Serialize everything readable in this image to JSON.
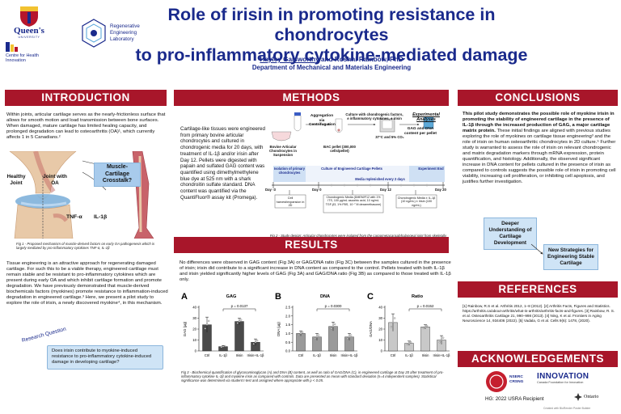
{
  "header": {
    "title_line1": "Role of irisin in promoting resistance in chondrocytes",
    "title_line2": "to pro-inflammatory cytokine-mediated damage",
    "author_1": "Hayley Galsworthy",
    "author_join": " and Roshni Rainbow, PhD",
    "department": "Department of Mechanical and Materials Engineering"
  },
  "logos": {
    "queens": "Queen's",
    "queens_sub": "UNIVERSITY",
    "rel": [
      "Regenerative",
      "Engineering",
      "Laboratory"
    ],
    "chi": [
      "Centre for Health",
      "Innovation"
    ]
  },
  "sections": {
    "intro": "INTRODUCTION",
    "methods": "METHODS",
    "conclusions": "CONCLUSIONS",
    "results": "RESULTS",
    "references": "REFERENCES",
    "acknowledgements": "ACKNOWLEDGEMENTS"
  },
  "intro": {
    "p1": "Within joints, articular cartilage serves as the nearly-frictionless surface that allows for smooth motion and load transmission between bone surfaces. When damaged, mature cartilage has limited healing capacity, and prolonged degradation can lead to osteoarthritis (OA)¹, which currently affects 1 in 5 Canadians.²",
    "fig_healthy": "Healthy Joint",
    "fig_oa": "Joint with OA",
    "fig_crosstalk": "Muscle-Cartilage Crosstalk?",
    "fig_tnf": "TNF-α",
    "fig_il": "IL-1β",
    "fig1_caption": "Fig 1 - Proposed mechanism of muscle-derived factors on early OA pathogenesis which is largely mediated by pro-inflammatory cytokines TNF-α, IL-1β",
    "p2": "Tissue engineering is an attractive approach for regenerating damaged cartilage. For such this to be a viable therapy, engineered cartilage must remain stable and be resistant to pro-inflammatory cytokines which are present during early OA and which inhibit cartilage formation and promote degradation. We have previously demonstrated that muscle-derived biochemicals factors (myokines) promote resistance to inflammation-induced degradation in engineered cartilage.³ Here, we present a pilot study to explore the role of irisin, a newly discovered myokine⁴, in this mechanism.",
    "rq_label": "Research Question",
    "rq_text": "Does irisin contribute to myokine-induced resistance to pro-inflammatory cytokine-induced damage in developing cartilage?"
  },
  "methods": {
    "text": "Cartilage-like tissues were engineered from primary bovine articular chondrocytes and cultured in chondrogenic media for 20 days, with treatment of IL-1β and/or irisin after Day 12. Pellets were digested with papain and sulfated GAG content was quantified using dimethylmethylene blue dye at 525 nm with a shark chondroitin sulfate standard. DNA content was quantified via the QuantiFluor® assay kit (Promega).",
    "s_aggregation": "Aggregation via Centrifugation",
    "s_culture": "Culture with chondrogenic factors, ± inflammatory cytokines, ± irisin",
    "s_analyses": "Experimental Analyses",
    "s_analyses_sub": "GAG and DNA content per pellet",
    "s_bovine": "Bovine Articular Chondrocytes in Suspension",
    "s_bac": "BAC pellet (300,000 cells/pellet)",
    "s_incub": "37°C and 5% CO₂",
    "t_isolation": "Isolation of primary chondrocytes",
    "t_culture": "Culture of Engineered Cartilage Pellets",
    "t_media": "Media replenished every 2 days",
    "t_end": "Experiment End",
    "days": [
      "Day -3",
      "Day 0",
      "Day 12",
      "Day 20"
    ],
    "b_harvest": "Cell harvest/expansion in 2D",
    "b_media1": "Chondrogenic Media (DMEM/F12 with 1% ITS, 100 µg/mL ascorbic acid, 10 ng/mL TGF-β3, 1% FBS, 10⁻⁷ M dexamethasone)",
    "b_media2": "Chondrogenic Media ± IL-1β (10 ng/mL) ± Irisin (100 ng/mL)",
    "fig2_caption": "Fig 2 - Study design: Articular chondrocytes were isolated from the carpometacarpalphalangeal joint from skeletally mature bovine donors and expanded for 3 days. Cells were then pelleted via centrifugation and differentiated for 20 days using chondrogenic media, with treatment of pro-inflammatory cytokine IL-1β and/or recombinant irisin after Day 12."
  },
  "results": {
    "text": "No differences were observed in GAG content (Fig 3A) or GAG/DNA ratio (Fig 3C) between the samples cultured in the presence of irisin; irisin did contribute to a significant increase in DNA content as compared to the control. Pellets treated with both IL-1β and irisin yielded significantly higher levels of GAG (Fig 3A) and GAG/DNA ratio (Fig 3B) as compared to those treated with IL-1β only.",
    "fig3_caption": "Fig 3 - Biochemical quantification of glycosaminoglycan (A) and DNA (B) content, as well as ratio of GAG/DNA (C), in engineered cartilage at Day 20 after treatment of pro-inflammatory cytokine IL-1β and myokine irisin as compared with controls. Data are presented as mean with standard deviation (n=4 independent samples). Statistical significance was determined via student t-test and assigned where appropriate with p < 0.05."
  },
  "chart_data": [
    {
      "type": "bar",
      "panel": "A",
      "title": "GAG",
      "ylabel": "GAG (µg)",
      "categories": [
        "Ctrl",
        "IL-1β",
        "Irisin",
        "Irisin+IL-1β"
      ],
      "values": [
        24,
        4,
        27,
        8
      ],
      "errors": [
        7,
        1,
        3,
        3
      ],
      "ylim": [
        0,
        40
      ],
      "yticks": [
        0,
        10,
        20,
        30,
        40
      ],
      "annotation": "p = 0.0137",
      "bar_color": "#4a4a4a"
    },
    {
      "type": "bar",
      "panel": "B",
      "title": "DNA",
      "ylabel": "DNA (µg)",
      "categories": [
        "Ctrl",
        "IL-1β",
        "Irisin",
        "Irisin+IL-1β"
      ],
      "values": [
        1.0,
        0.8,
        1.4,
        0.8
      ],
      "errors": [
        0.15,
        0.2,
        0.25,
        0.2
      ],
      "ylim": [
        0,
        2.5
      ],
      "yticks": [
        0.0,
        0.5,
        1.0,
        1.5,
        2.0,
        2.5
      ],
      "annotation": "p = 0.0300",
      "bar_color": "#9a9a9a"
    },
    {
      "type": "bar",
      "panel": "C",
      "title": "Ratio",
      "ylabel": "GAG/DNA",
      "categories": [
        "Ctrl",
        "IL-1β",
        "Irisin",
        "Irisin+IL-1β"
      ],
      "values": [
        26,
        7,
        22,
        10
      ],
      "errors": [
        8,
        2,
        2,
        4
      ],
      "ylim": [
        0,
        40
      ],
      "yticks": [
        0,
        10,
        20,
        30,
        40
      ],
      "annotation": "p = 0.0152",
      "bar_color": "#c8c8c8"
    }
  ],
  "conclusions": {
    "lead": "This pilot study demonstrates the possible role of myokine irisin in promoting the stability of engineered cartilage in the presence of IL-1β through the increased production of GAG, a major cartilage matrix protein.",
    "rest": " These initial findings are aligned with previous studies exploring the role of myokines on cartilage tissue engineering³ and the role of irisin on human osteoarthritic chondrocytes in 2D culture.⁵ Further study is warranted to assess the role of irisin on relevant chondrogenic and matrix degradation markers through mRNA expression, protein quantification, and histology. Additionally, the observed significant increase in DNA content for pellets cultured in the presence of irisin as compared to controls suggests the possible role of irisin in promoting cell viability, increasing cell proliferation, or inhibiting cell apoptosis, and justifies further investigation.",
    "box1": "Deeper Understanding of Cartilage Development",
    "box2": "New Strategies for Engineering Stable Cartilage"
  },
  "references": {
    "text": "[1] Rainbow, R.S et al. Arthritis 2012, 1–8 (2012). [2] Arthritis Facts, Figures and Statistics. https://arthritis.ca/about-arthritis/what-is-arthritis/arthritis-facts-and-figures. [3] Rainbow, R. S. et al. Osteoarthritis Cartilage 21, 990–998 (2013). [4] Ning, K et al. Frontiers in Aging Neuroscience 14, 934406 (2022). [5] Vadala, G et al. Cells 9(6): 1478, (2020)."
  },
  "acks": {
    "nserc": "NSERC CRSNG",
    "innovation": "INNOVATION",
    "innovation_sub": "Canada Foundation for Innovation",
    "hg": "HG: 2022 USRA Recipient",
    "ontario": "Ontario"
  },
  "footer": "Created with BioRender Poster Builder"
}
